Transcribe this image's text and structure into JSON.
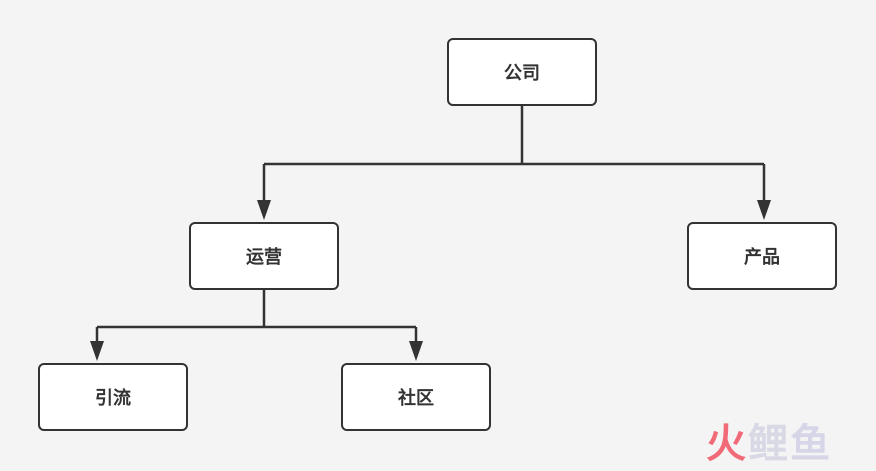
{
  "diagram": {
    "nodes": {
      "company": "公司",
      "operations": "运营",
      "product": "产品",
      "traffic": "引流",
      "community": "社区"
    },
    "edges": [
      {
        "from": "company",
        "to": "operations"
      },
      {
        "from": "company",
        "to": "product"
      },
      {
        "from": "operations",
        "to": "traffic"
      },
      {
        "from": "operations",
        "to": "community"
      }
    ]
  },
  "watermark": {
    "char1": "火",
    "char2": "鲤",
    "char3": "鱼"
  },
  "colors": {
    "background": "#f4f4f4",
    "line": "#333333",
    "node_border": "#333333",
    "watermark_accent": "#f06a78"
  }
}
